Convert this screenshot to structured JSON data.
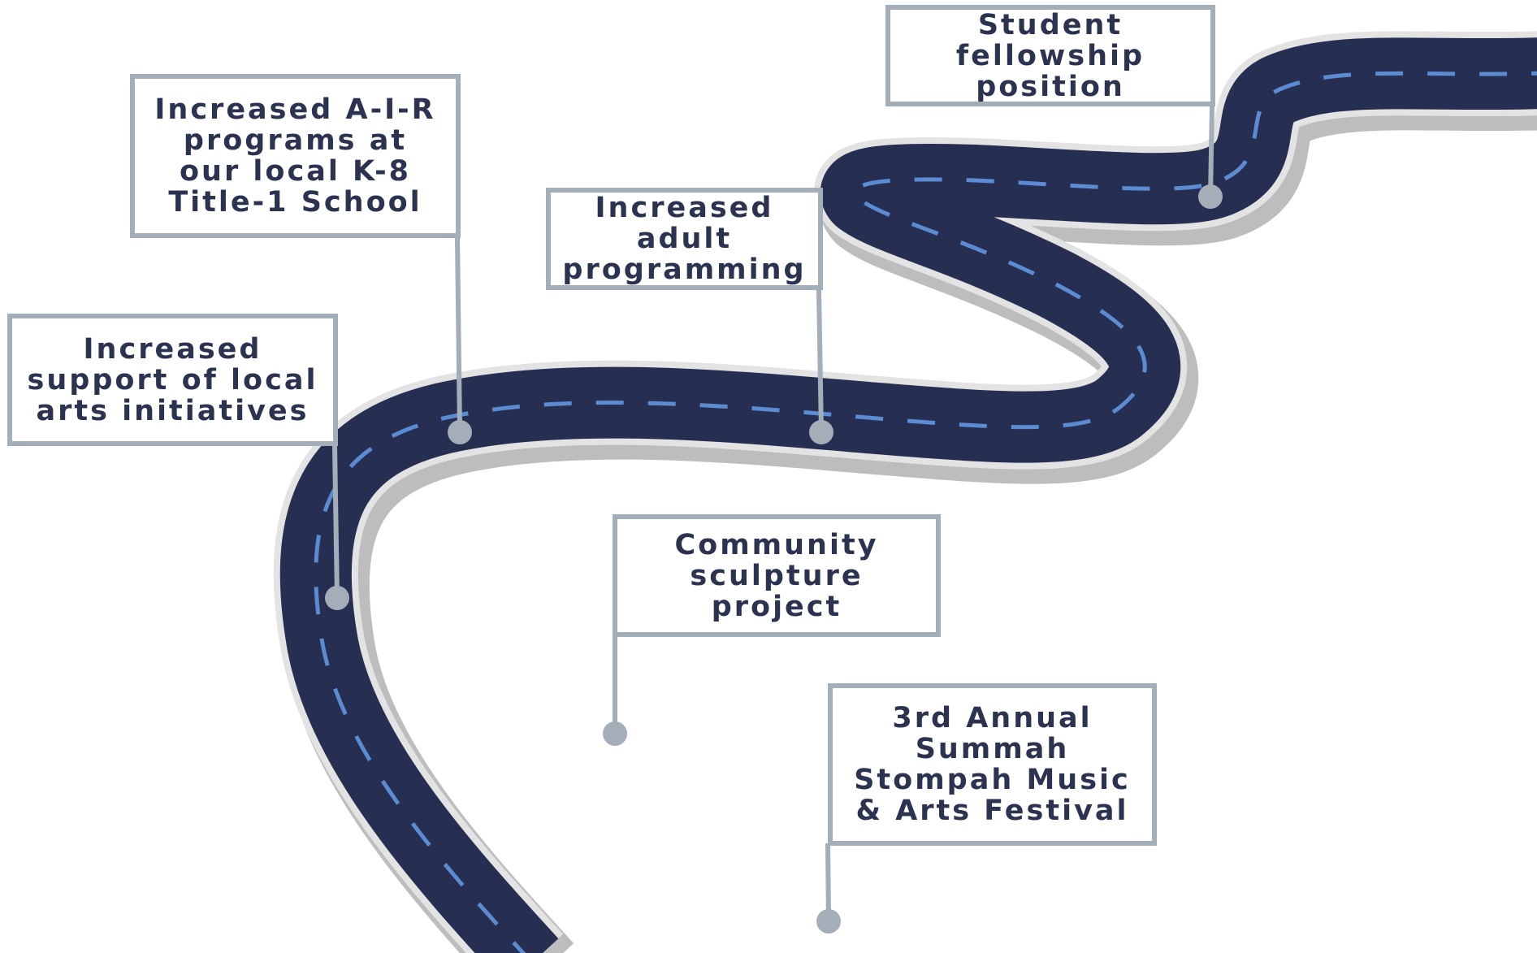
{
  "colors": {
    "road": "#262e52",
    "road_edge": "#e3e3e3",
    "road_shadow": "#bdbdbd",
    "lane_dash": "#5b8bd0",
    "connector": "#a3aeb9",
    "text": "#2b3350",
    "background": "#ffffff"
  },
  "milestones": [
    {
      "id": "festival",
      "text": "3rd Annual Summah Stompah Music & Arts Festival"
    },
    {
      "id": "sculpture",
      "text": "Community sculpture project"
    },
    {
      "id": "arts-support",
      "text": "Increased support of local arts initiatives"
    },
    {
      "id": "air-programs",
      "text": "Increased A-I-R programs at our local K-8 Title-1 School"
    },
    {
      "id": "adult-programming",
      "text": "Increased adult programming"
    },
    {
      "id": "fellowship",
      "text": "Student fellowship position"
    }
  ]
}
